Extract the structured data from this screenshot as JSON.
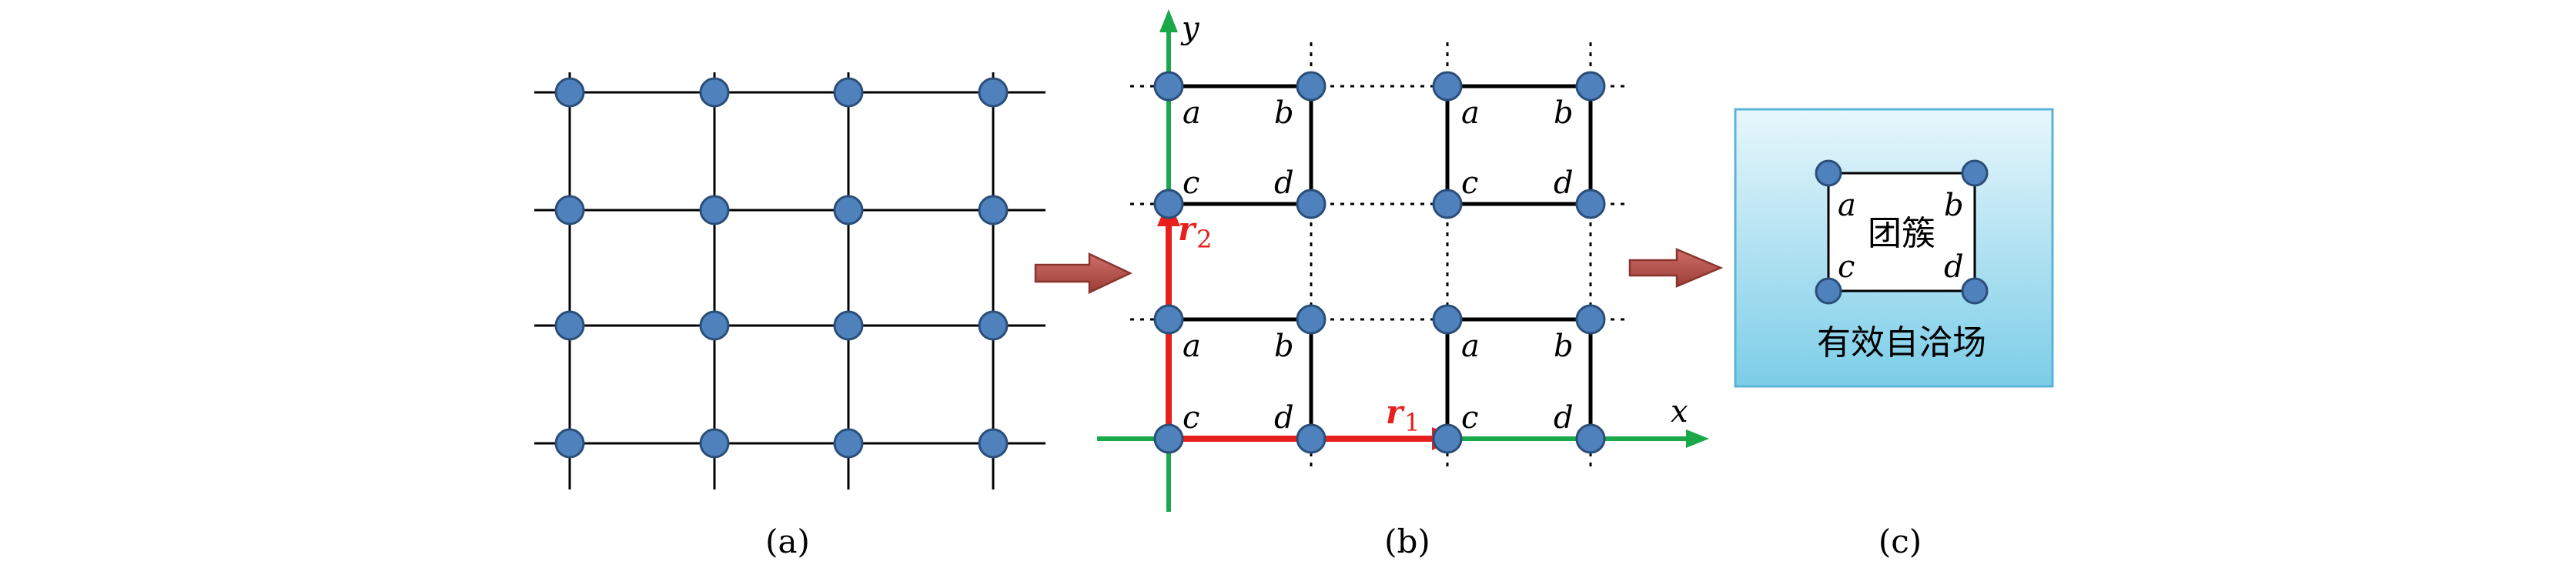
{
  "colors": {
    "node_fill": "#4f81bd",
    "node_stroke": "#2a4e78",
    "line": "#000000",
    "axis": "#1aa84a",
    "vector": "#e8201c",
    "arrow": "#b8504b",
    "panel_top": "#e8f7fc",
    "panel_bottom": "#7ccde8",
    "panel_border": "#5ab4d6"
  },
  "captions": {
    "a": "(a)",
    "b": "(b)",
    "c": "(c)"
  },
  "axes": {
    "x": "x",
    "y": "y"
  },
  "vectors": {
    "r1": "r",
    "r1_sub": "1",
    "r2": "r",
    "r2_sub": "2"
  },
  "site_labels": {
    "a": "a",
    "b": "b",
    "c": "c",
    "d": "d"
  },
  "panel_c": {
    "cluster_label": "团簇",
    "field_label": "有效自洽场"
  }
}
